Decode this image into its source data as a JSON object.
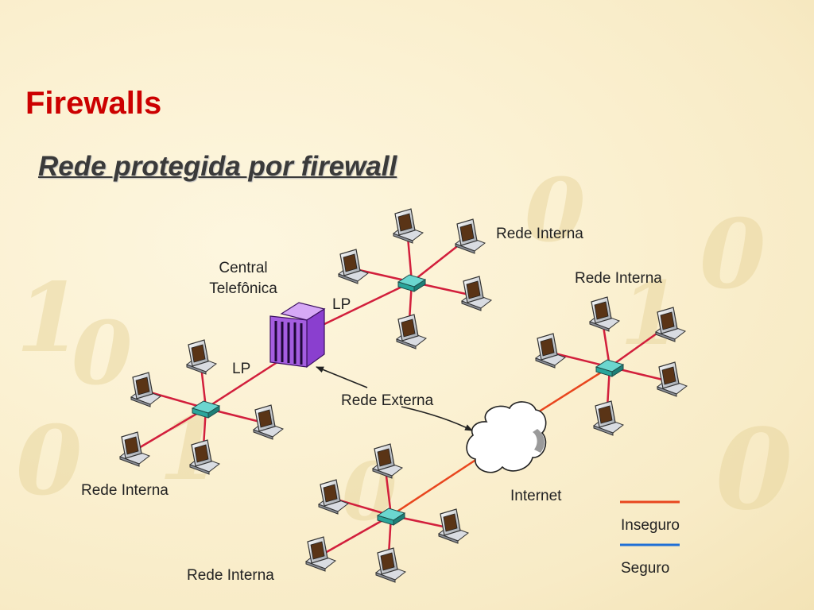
{
  "slide": {
    "title": "Firewalls",
    "subtitle": "Rede protegida por firewall"
  },
  "diagram": {
    "central_line1": "Central",
    "central_line2": "Telefônica",
    "lp_top": "LP",
    "lp_left": "LP",
    "external_network": "Rede Externa",
    "internet": "Internet",
    "internal_networks": [
      "Rede Interna",
      "Rede Interna",
      "Rede Interna",
      "Rede Interna"
    ]
  },
  "legend": {
    "insecure_label": "Inseguro",
    "secure_label": "Seguro",
    "insecure_color": "#e8461e",
    "secure_color": "#1f6fd6"
  },
  "colors": {
    "title": "#cc0000",
    "internal_link": "#d21f3c",
    "hub": "#2aa59b",
    "telephone_central": "#a45de0"
  },
  "icons": {
    "computer": "computer-icon",
    "hub": "hub-icon",
    "central": "telephone-central-icon",
    "cloud": "cloud-icon"
  }
}
